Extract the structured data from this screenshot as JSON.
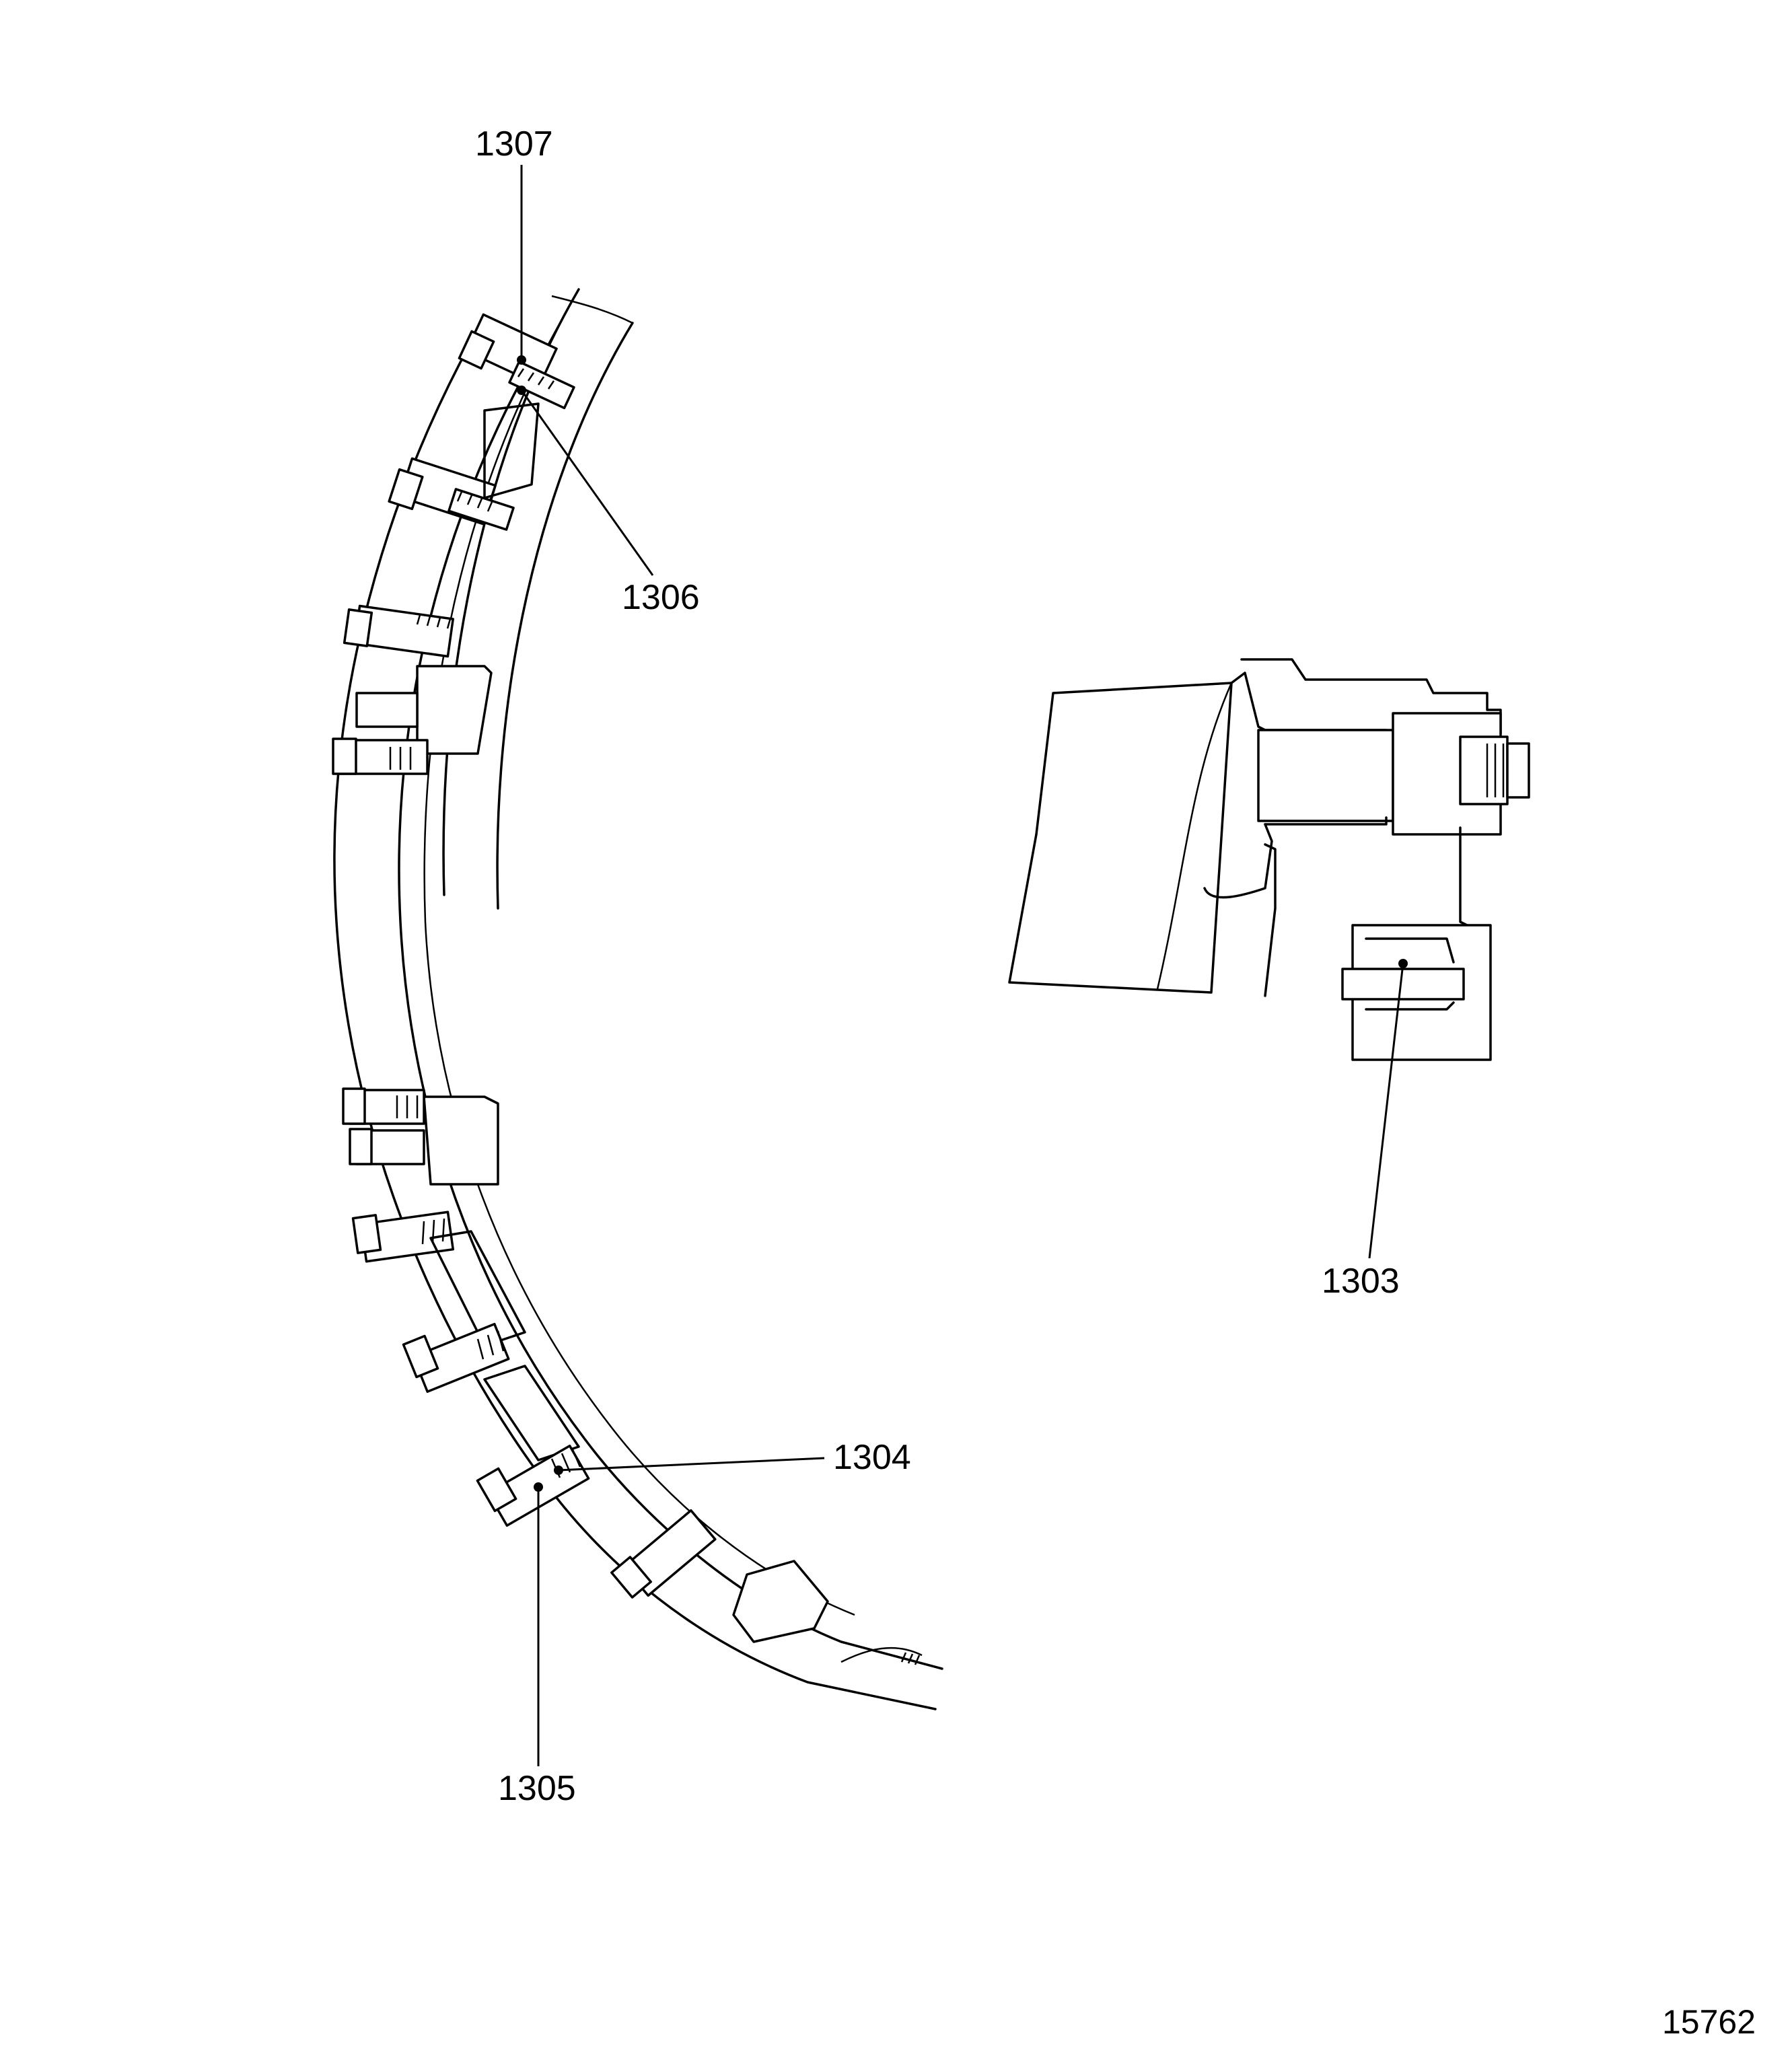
{
  "callouts": {
    "c1307": "1307",
    "c1306": "1306",
    "c1304": "1304",
    "c1305": "1305",
    "c1303": "1303"
  },
  "figure_number": "15762"
}
